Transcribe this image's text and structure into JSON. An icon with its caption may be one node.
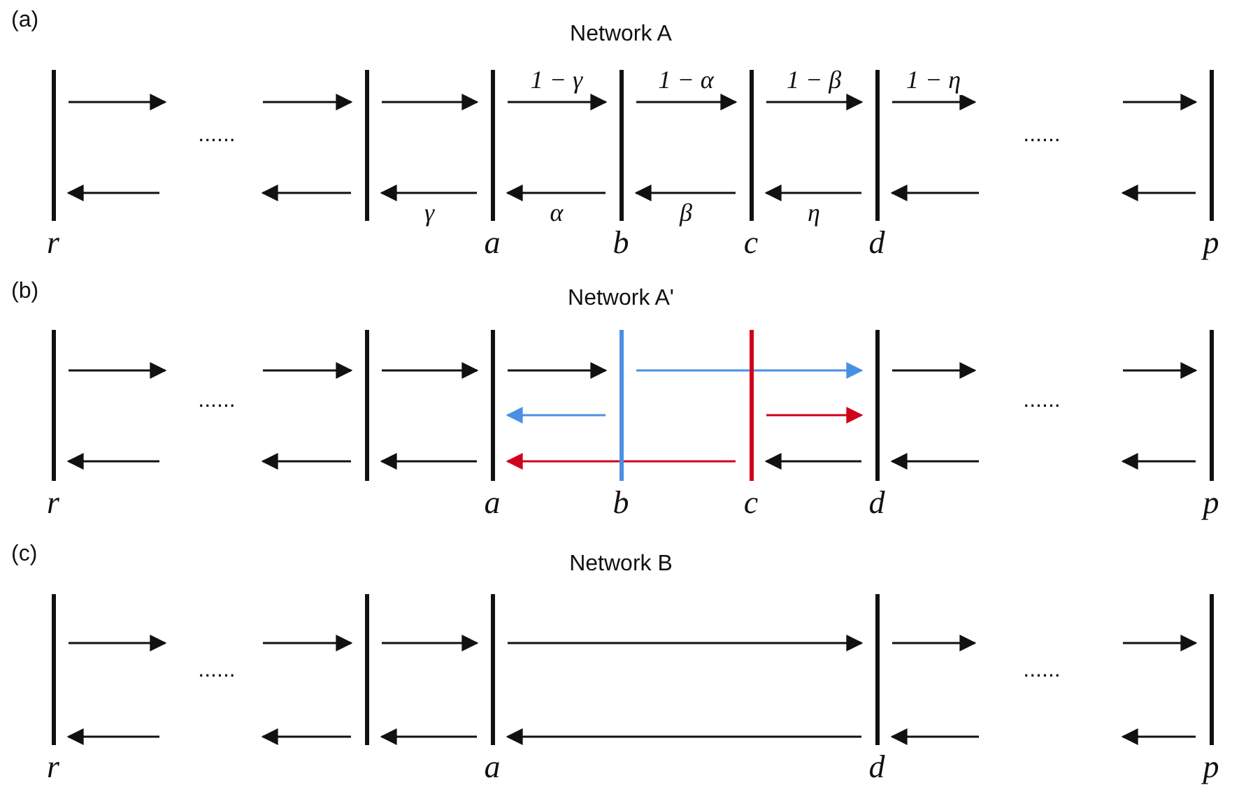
{
  "diagram": {
    "nodes": [
      {
        "text": [
          "r"
        ]
      },
      {
        "text": [],
        "shape": "bar"
      },
      {
        "text": [
          "a"
        ]
      },
      {
        "text": [
          "b"
        ]
      },
      {
        "text": [
          "c"
        ]
      },
      {
        "text": [
          "d"
        ]
      },
      {
        "text": [
          "p"
        ]
      },
      {
        "text": [
          "r"
        ]
      },
      {
        "text": [],
        "shape": "bar"
      },
      {
        "text": [
          "a"
        ]
      },
      {
        "text": [
          "b"
        ]
      },
      {
        "text": [
          "c"
        ]
      },
      {
        "text": [
          "d"
        ]
      },
      {
        "text": [
          "p"
        ]
      },
      {
        "text": [
          "r"
        ]
      },
      {
        "text": [],
        "shape": "bar"
      },
      {
        "text": [
          "a"
        ]
      },
      {
        "text": [
          "d"
        ]
      },
      {
        "text": [
          "p"
        ]
      }
    ],
    "edges": [
      {
        "from": 0,
        "to": null,
        "arrow": "to"
      },
      {
        "from": null,
        "to": 0,
        "arrow": "to"
      },
      {
        "from": null,
        "to": 1,
        "arrow": "to"
      },
      {
        "from": 1,
        "to": null,
        "arrow": "to"
      },
      {
        "from": 1,
        "to": 2,
        "arrow": "to"
      },
      {
        "from": 2,
        "to": 1,
        "arrow": "to",
        "label": "γ"
      },
      {
        "from": 2,
        "to": 3,
        "arrow": "to",
        "label": "1 − γ"
      },
      {
        "from": 3,
        "to": 2,
        "arrow": "to",
        "label": "α"
      },
      {
        "from": 3,
        "to": 4,
        "arrow": "to",
        "label": "1 − α"
      },
      {
        "from": 4,
        "to": 3,
        "arrow": "to",
        "label": "β"
      },
      {
        "from": 4,
        "to": 5,
        "arrow": "to",
        "label": "1 − β"
      },
      {
        "from": 5,
        "to": 4,
        "arrow": "to",
        "label": "η"
      },
      {
        "from": 5,
        "to": null,
        "arrow": "to",
        "label": "1 − η"
      },
      {
        "from": null,
        "to": 5,
        "arrow": "to"
      },
      {
        "from": null,
        "to": 6,
        "arrow": "to"
      },
      {
        "from": 6,
        "to": null,
        "arrow": "to"
      },
      {
        "from": 7,
        "to": null,
        "arrow": "to"
      },
      {
        "from": null,
        "to": 7,
        "arrow": "to"
      },
      {
        "from": null,
        "to": 8,
        "arrow": "to"
      },
      {
        "from": 8,
        "to": null,
        "arrow": "to"
      },
      {
        "from": 8,
        "to": 9,
        "arrow": "to"
      },
      {
        "from": 9,
        "to": 8,
        "arrow": "to"
      },
      {
        "from": 9,
        "to": 10,
        "arrow": "to"
      },
      {
        "from": 10,
        "to": 12,
        "arrow": "to",
        "color": "#4a90e2"
      },
      {
        "from": 10,
        "to": 9,
        "arrow": "to",
        "color": "#4a90e2"
      },
      {
        "from": 11,
        "to": 12,
        "arrow": "to",
        "color": "#d0021b"
      },
      {
        "from": 11,
        "to": 9,
        "arrow": "to",
        "color": "#d0021b"
      },
      {
        "from": 12,
        "to": 11,
        "arrow": "to"
      },
      {
        "from": 12,
        "to": null,
        "arrow": "to"
      },
      {
        "from": null,
        "to": 12,
        "arrow": "to"
      },
      {
        "from": null,
        "to": 13,
        "arrow": "to"
      },
      {
        "from": 13,
        "to": null,
        "arrow": "to"
      },
      {
        "from": 14,
        "to": null,
        "arrow": "to"
      },
      {
        "from": null,
        "to": 14,
        "arrow": "to"
      },
      {
        "from": null,
        "to": 15,
        "arrow": "to"
      },
      {
        "from": 15,
        "to": null,
        "arrow": "to"
      },
      {
        "from": 15,
        "to": 16,
        "arrow": "to"
      },
      {
        "from": 16,
        "to": 15,
        "arrow": "to"
      },
      {
        "from": 16,
        "to": 17,
        "arrow": "to"
      },
      {
        "from": 17,
        "to": 16,
        "arrow": "to"
      },
      {
        "from": 17,
        "to": null,
        "arrow": "to"
      },
      {
        "from": null,
        "to": 17,
        "arrow": "to"
      },
      {
        "from": null,
        "to": 18,
        "arrow": "to"
      },
      {
        "from": 18,
        "to": null,
        "arrow": "to"
      }
    ],
    "labels": [
      "(a)",
      "Network A",
      "......",
      "......",
      "(b)",
      "Network A'",
      "......",
      "......",
      "(c)",
      "Network B",
      "......",
      "......"
    ]
  }
}
